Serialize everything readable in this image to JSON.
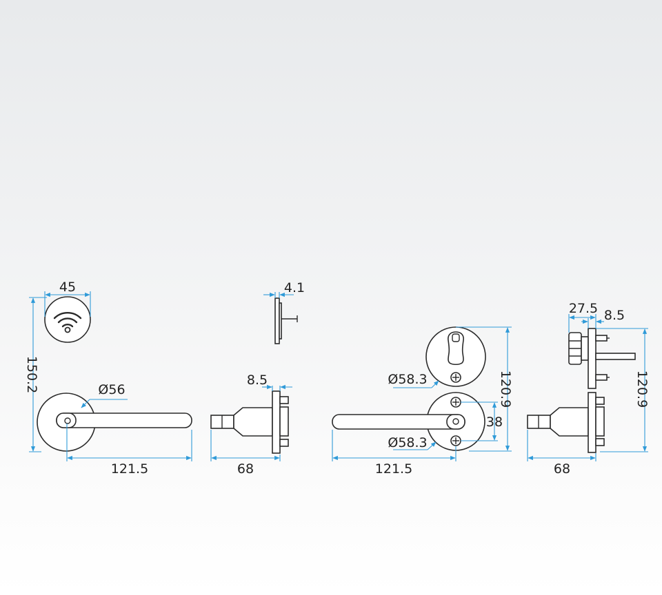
{
  "colors": {
    "dimension_line": "#2f9ad8",
    "outline": "#2a2a2a",
    "text": "#222222",
    "background_top": "#e8eaec",
    "background_bottom": "#ffffff"
  },
  "icons": {
    "reader_symbol": "wifi-icon"
  },
  "dimensions": {
    "reader_width": "45",
    "reader_thickness": "4.1",
    "total_height": "150.2",
    "rose_dia_left": "Ø56",
    "lever_len_left": "121.5",
    "rose_thick_left": "8.5",
    "depth_left": "68",
    "escutcheon_dia_top": "Ø58.3",
    "escutcheon_height": "120.9",
    "screw_spacing": "38",
    "escutcheon_dia_bottom": "Ø58.3",
    "lever_len_right": "121.5",
    "side_offset": "27.5",
    "side_thick": "8.5",
    "side_height": "120.9",
    "depth_right": "68"
  }
}
